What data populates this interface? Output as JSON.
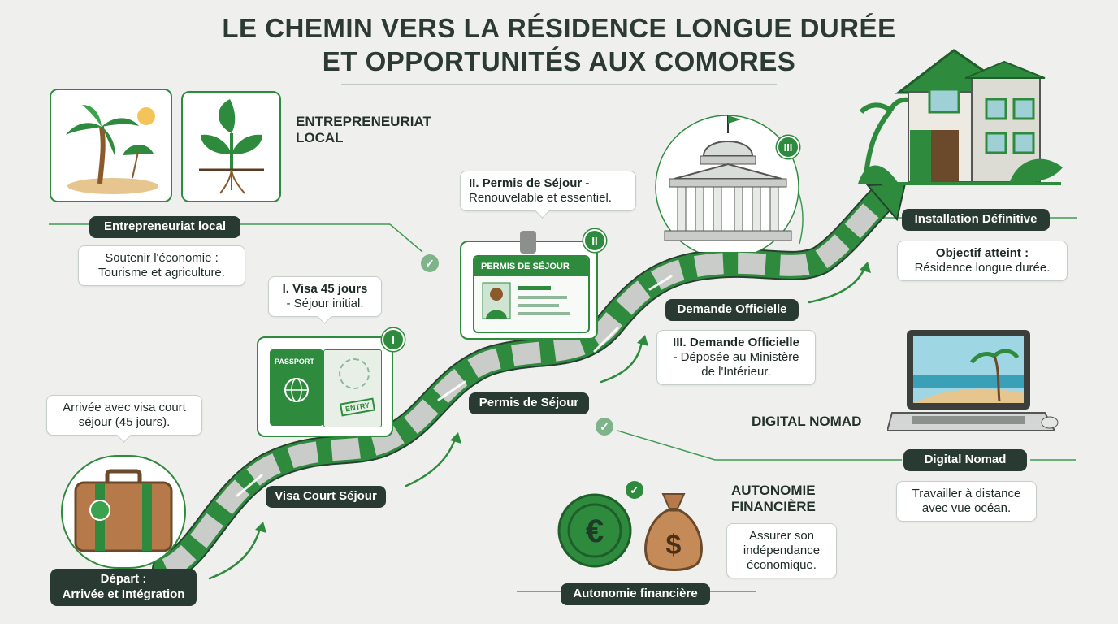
{
  "title": {
    "line1": "LE CHEMIN VERS LA RÉSIDENCE LONGUE DURÉE",
    "line2": "ET OPPORTUNITÉS AUX COMORES"
  },
  "entrepreneuriat": {
    "heading_line1": "ENTREPRENEURIAT",
    "heading_line2": "LOCAL",
    "pill": "Entrepreneuriat local",
    "bubble_line1": "Soutenir l'économie :",
    "bubble_line2": "Tourisme et agriculture."
  },
  "permis_callout": {
    "line1": "II. Permis de Séjour -",
    "line2": "Renouvelable et essentiel."
  },
  "permis_card": {
    "card_title": "PERMIS DE SÉJOUR",
    "badge": "II",
    "pill": "Permis de Séjour"
  },
  "visa_callout": {
    "line1": "I. Visa 45 jours",
    "line2": "- Séjour initial."
  },
  "passport": {
    "cover_text": "PASSPORT",
    "stamp_text": "ENTRY",
    "badge": "I",
    "pill": "Visa Court Séjour"
  },
  "depart": {
    "bubble_line1": "Arrivée avec visa court",
    "bubble_line2": "séjour (45 jours).",
    "pill_line1": "Départ :",
    "pill_line2": "Arrivée et Intégration"
  },
  "demande": {
    "badge": "III",
    "pill": "Demande Officielle",
    "bubble_line1": "III. Demande Officielle",
    "bubble_line2": "- Déposée au Ministère",
    "bubble_line3": "de l'Intérieur."
  },
  "installation": {
    "pill": "Installation Définitive",
    "bubble_line1": "Objectif atteint :",
    "bubble_line2": "Résidence longue durée."
  },
  "digital": {
    "heading": "DIGITAL NOMAD",
    "pill": "Digital Nomad",
    "bubble_line1": "Travailler à distance",
    "bubble_line2": "avec vue océan."
  },
  "autonomie": {
    "heading_line1": "AUTONOMIE",
    "heading_line2": "FINANCIÈRE",
    "bubble_line1": "Assurer son",
    "bubble_line2": "indépendance",
    "bubble_line3": "économique.",
    "pill": "Autonomie financière"
  },
  "colors": {
    "accent_green": "#2e8b3e",
    "dark_pill": "#283a32",
    "background": "#eff0ee"
  }
}
